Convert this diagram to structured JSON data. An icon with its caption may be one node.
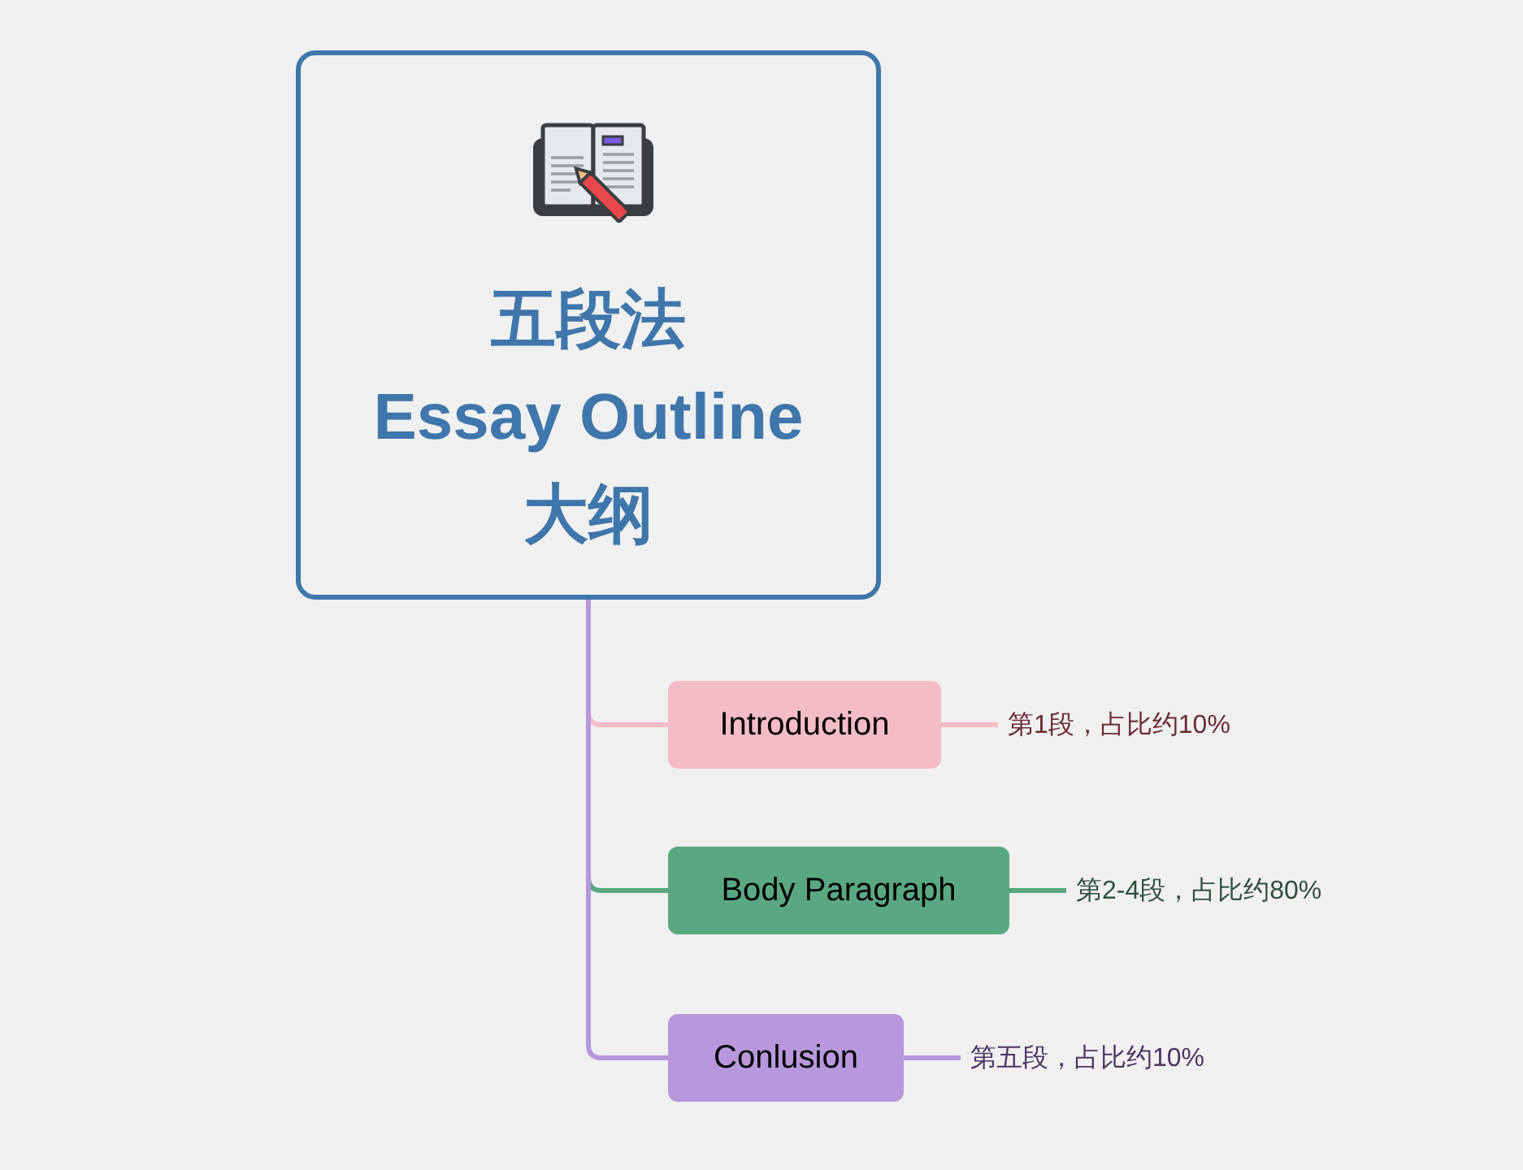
{
  "diagram": {
    "nodes": [
      {
        "text": [
          "五段法",
          "Essay Outline",
          "大纲"
        ]
      },
      {
        "text": [
          "Introduction"
        ]
      },
      {
        "text": [
          "Body Paragraph"
        ]
      },
      {
        "text": [
          "Conlusion"
        ]
      },
      {
        "text": [
          "第1段，占比约10%"
        ]
      },
      {
        "text": [
          "第2-4段，占比约80%"
        ]
      },
      {
        "text": [
          "第五段，占比约10%"
        ]
      }
    ],
    "edges": [
      {
        "from": 0,
        "to": 1,
        "arrow": "none",
        "color": "#f4bcc6"
      },
      {
        "from": 0,
        "to": 2,
        "arrow": "none",
        "color": "#5aa882"
      },
      {
        "from": 0,
        "to": 3,
        "arrow": "none",
        "color": "#b897dc"
      },
      {
        "from": 1,
        "to": 4,
        "arrow": "none",
        "color": "#f4bcc6"
      },
      {
        "from": 2,
        "to": 5,
        "arrow": "none",
        "color": "#5aa882"
      },
      {
        "from": 3,
        "to": 6,
        "arrow": "none",
        "color": "#b897dc"
      }
    ]
  }
}
